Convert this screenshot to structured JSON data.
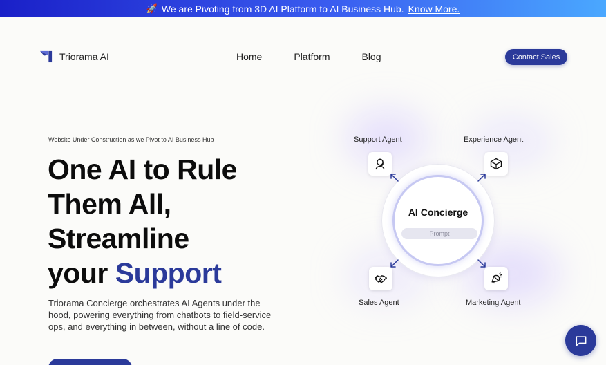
{
  "announcement": {
    "icon": "rocket-icon",
    "text": "We are Pivoting from 3D AI Platform to AI Business Hub.",
    "link_text": "Know More."
  },
  "brand": {
    "name": "Triorama AI"
  },
  "nav": {
    "items": [
      {
        "label": "Home"
      },
      {
        "label": "Platform"
      },
      {
        "label": "Blog"
      }
    ],
    "contact_label": "Contact Sales"
  },
  "hero": {
    "eyebrow": "Website Under Construction as we Pivot to AI Business Hub",
    "headline_line1": "One AI to Rule",
    "headline_line2": "Them All,",
    "headline_line3": "Streamline",
    "headline_line4_a": "your ",
    "headline_line4_b": "Support",
    "description": "Triorama Concierge orchestrates AI Agents under the hood, powering everything from chatbots to field-service ops, and everything in between, without a line of code."
  },
  "diagram": {
    "center_title": "AI Concierge",
    "prompt_label": "Prompt",
    "agents": [
      {
        "label": "Support Agent",
        "icon": "support-agent-icon"
      },
      {
        "label": "Experience Agent",
        "icon": "experience-agent-icon"
      },
      {
        "label": "Sales Agent",
        "icon": "handshake-icon"
      },
      {
        "label": "Marketing Agent",
        "icon": "megaphone-bell-icon"
      }
    ]
  },
  "colors": {
    "accent": "#2b3a9a",
    "banner_start": "#1a20c8",
    "banner_end": "#4aa8ff",
    "background": "#fbfbf9"
  },
  "chat_widget": {
    "icon": "chat-bubble-icon"
  }
}
